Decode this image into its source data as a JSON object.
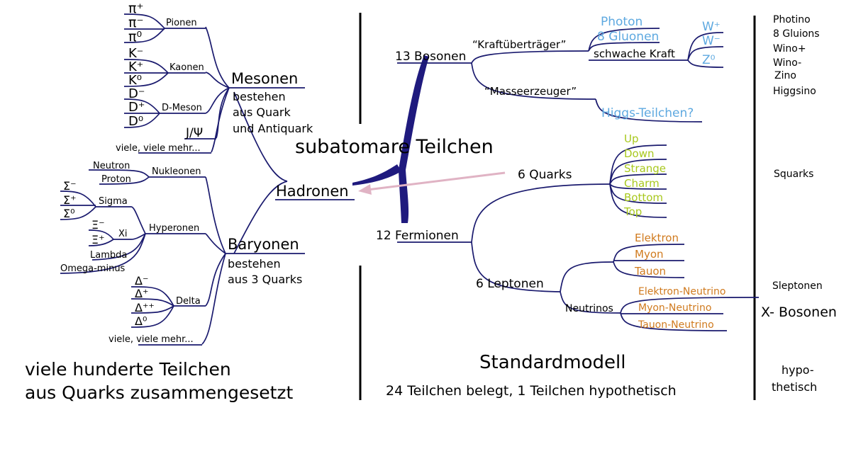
{
  "center": {
    "title": "subatomare Teilchen"
  },
  "hadronen": {
    "label": "Hadronen",
    "mesonen": {
      "title": "Mesonen",
      "desc": [
        "bestehen",
        "aus Quark",
        "und Antiquark"
      ],
      "pionen": {
        "label": "Pionen",
        "items": [
          "π⁺",
          "π⁻",
          "π⁰"
        ]
      },
      "kaonen": {
        "label": "Kaonen",
        "items": [
          "K⁻",
          "K⁺",
          "K⁰"
        ]
      },
      "dmeson": {
        "label": "D-Meson",
        "items": [
          "D⁻",
          "D⁺",
          "D⁰"
        ]
      },
      "jpsi": "J/Ψ",
      "more": "viele, viele mehr..."
    },
    "baryonen": {
      "title": "Baryonen",
      "desc": [
        "bestehen",
        "aus 3 Quarks"
      ],
      "nukleonen": {
        "label": "Nukleonen",
        "items": [
          "Neutron",
          "Proton"
        ]
      },
      "hyperonen": {
        "label": "Hyperonen"
      },
      "sigma": {
        "label": "Sigma",
        "items": [
          "Σ⁻",
          "Σ⁺",
          "Σ⁰"
        ]
      },
      "xi": {
        "label": "Xi",
        "items": [
          "Ξ⁻",
          "Ξ⁺"
        ]
      },
      "lambda": "Lambda",
      "omega": "Omega-minus",
      "delta": {
        "label": "Delta",
        "items": [
          "Δ⁻",
          "Δ⁺",
          "Δ⁺⁺",
          "Δ⁰"
        ]
      },
      "more": "viele, viele mehr..."
    },
    "caption": [
      "viele hunderte Teilchen",
      "aus Quarks zusammengesetzt"
    ]
  },
  "standardmodell": {
    "bosonen": {
      "label": "13 Bosonen",
      "kraft": {
        "label": "“Kraftüberträger”",
        "items": [
          "Photon",
          "8 Gluonen"
        ],
        "schwach": "schwache Kraft",
        "weak_items": [
          "W⁺",
          "W⁻",
          "Z⁰"
        ]
      },
      "masse": {
        "label": "“Masseerzeuger”",
        "items": [
          "Higgs-Teilchen?"
        ]
      }
    },
    "fermionen": {
      "label": "12 Fermionen",
      "quarks": {
        "label": "6 Quarks",
        "items": [
          "Up",
          "Down",
          "Strange",
          "Charm",
          "Bottom",
          "Top"
        ]
      },
      "leptonen": {
        "label": "6 Leptonen",
        "items": [
          "Elektron",
          "Myon",
          "Tauon"
        ],
        "neutrinos": "Neutrinos",
        "neutrino_items": [
          "Elektron-Neutrino",
          "Myon-Neutrino",
          "Tauon-Neutrino"
        ]
      }
    },
    "title": "Standardmodell",
    "subtitle": "24 Teilchen belegt, 1 Teilchen hypothetisch"
  },
  "susy": {
    "bosonen": [
      "Photino",
      "8 Gluions",
      "Wino+",
      "Wino-",
      "Zino",
      "Higgsino"
    ],
    "squarks": "Squarks",
    "sleptonen": "Sleptonen",
    "xbosonen": "X- Bosonen",
    "hypo": [
      "hypo-",
      "thetisch"
    ]
  },
  "colors": {
    "line": "#1a1a6e",
    "boson": "#5ea9e0",
    "quark": "#a8c81e",
    "lepton": "#d07a1e",
    "arrow": "#e0b3c4"
  }
}
